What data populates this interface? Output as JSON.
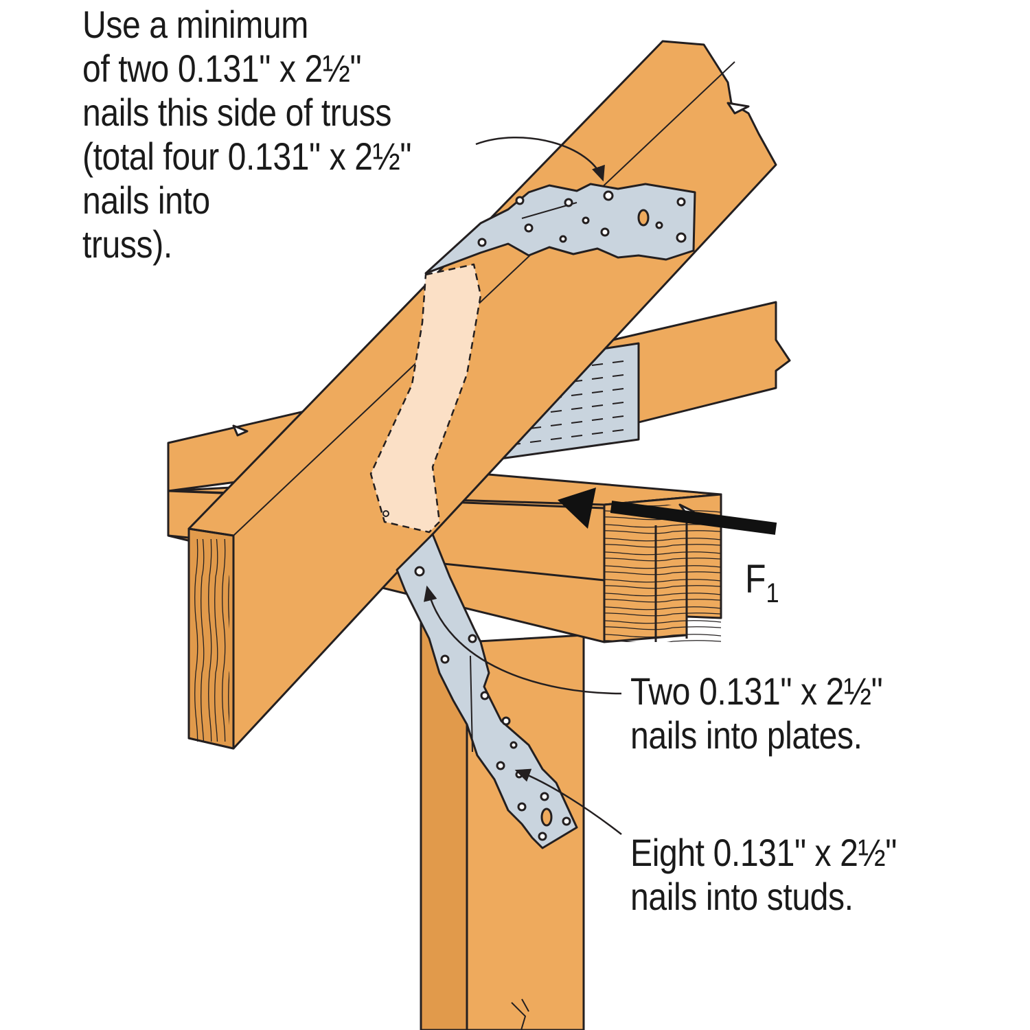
{
  "colors": {
    "wood": "#eeaa5d",
    "wood_dark": "#e19a4b",
    "outline": "#231f20",
    "metal": "#c9d4de",
    "metal_dark": "#aebccb",
    "ghost": "#fbe0c6",
    "arrow": "#111111"
  },
  "callouts": {
    "truss_note": {
      "lines": [
        "Use a minimum",
        "of two 0.131\" x 2½\"",
        "nails this side of truss",
        "(total four 0.131\" x 2½\"",
        "nails into",
        "truss)."
      ]
    },
    "plates_note": {
      "lines": [
        "Two 0.131\" x 2½\"",
        "nails into plates."
      ]
    },
    "studs_note": {
      "lines": [
        "Eight 0.131\" x 2½\"",
        "nails into studs."
      ]
    }
  },
  "force": {
    "symbol": "F",
    "subscript": "1"
  }
}
